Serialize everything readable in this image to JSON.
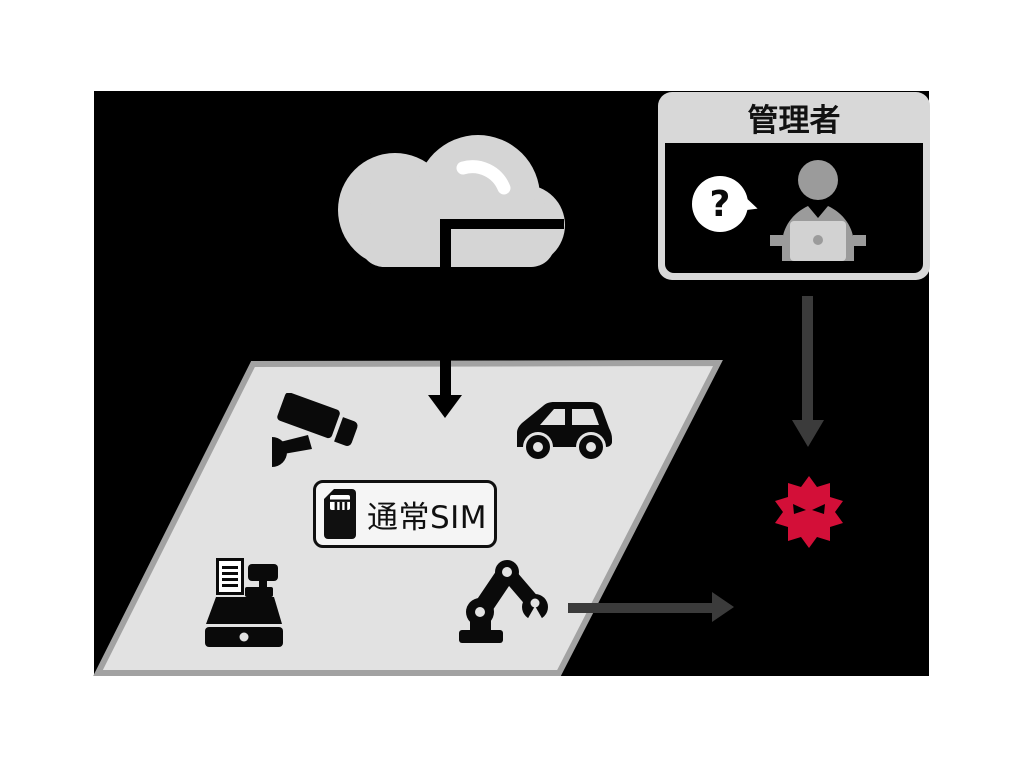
{
  "diagram": {
    "description": "IoT devices on a platform using a normal SIM, managed via cloud; administrator cannot see malware threat",
    "cloud": {
      "icon": "cloud-icon"
    },
    "admin_panel": {
      "title": "管理者",
      "question_mark": "?",
      "icons": [
        "question-bubble-icon",
        "person-at-laptop-icon"
      ]
    },
    "platform": {
      "device_icons": [
        "security-camera-icon",
        "car-icon",
        "cash-register-icon",
        "robot-arm-icon"
      ],
      "sim_badge": {
        "label": "通常SIM",
        "icon": "sim-card-icon"
      }
    },
    "threat": {
      "icon": "malware-icon"
    },
    "arrows": [
      {
        "name": "cloud-to-platform",
        "direction": "down",
        "color": "#000000"
      },
      {
        "name": "admin-to-malware",
        "direction": "down",
        "color": "#3b3b3b"
      },
      {
        "name": "robot-to-outside",
        "direction": "right",
        "color": "#3b3b3b"
      }
    ],
    "colors": {
      "background": "#ffffff",
      "backdrop": "#000000",
      "cloud": "#d5d5d5",
      "platform_fill": "#e2e2e2",
      "platform_border": "#a2a2a2",
      "panel_frame": "#d8d8d8",
      "person_gray": "#9b9b9b",
      "laptop_gray": "#d2d2d2",
      "arrow_gray": "#3b3b3b",
      "malware_red": "#d30f38",
      "icon_black": "#0a0a0a",
      "sim_box_fill": "#f5f5f5"
    }
  }
}
